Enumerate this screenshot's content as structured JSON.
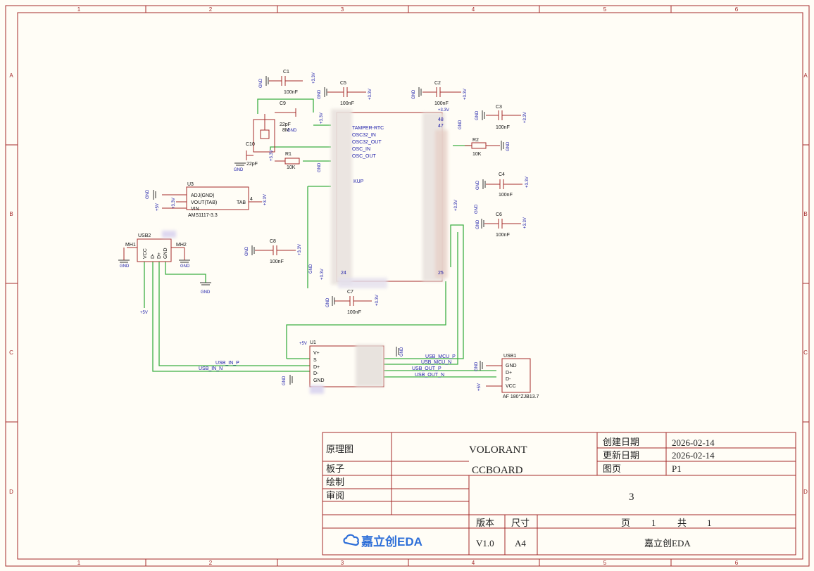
{
  "frame": {
    "columns": [
      "1",
      "2",
      "3",
      "4",
      "5",
      "6"
    ],
    "rows": [
      "A",
      "B",
      "C",
      "D"
    ]
  },
  "components": {
    "c1": {
      "ref": "C1",
      "value": "100nF"
    },
    "c5": {
      "ref": "C5",
      "value": "100nF"
    },
    "c2": {
      "ref": "C2",
      "value": "100nF"
    },
    "c3": {
      "ref": "C3",
      "value": "100nF"
    },
    "c9": {
      "ref": "C9",
      "value": "22pF"
    },
    "c10": {
      "ref": "C10",
      "value": "22pF"
    },
    "y_xtal": {
      "value": "8M"
    },
    "r1": {
      "ref": "R1",
      "value": "10K"
    },
    "r2": {
      "ref": "R2",
      "value": "10K"
    },
    "c4": {
      "ref": "C4",
      "value": "100nF"
    },
    "c6": {
      "ref": "C6",
      "value": "100nF"
    },
    "c8": {
      "ref": "C8",
      "value": "100nF"
    },
    "c7": {
      "ref": "C7",
      "value": "100nF"
    },
    "u3": {
      "ref": "U3",
      "part": "AMS1117-3.3",
      "pin1": "ADJ(GND)",
      "pin2": "VOUT(TAB)",
      "pin3": "VIN",
      "tab": "TAB",
      "tabnum": "4"
    },
    "usb2": {
      "ref": "USB2",
      "pins": [
        "VCC",
        "D-",
        "D+",
        "GND"
      ],
      "mh1": "MH1",
      "mh2": "MH2"
    },
    "usb1": {
      "ref": "USB1",
      "part": "AF 180°ZJB13.7",
      "pins": [
        "GND",
        "D+",
        "D-",
        "VCC"
      ]
    },
    "u1": {
      "ref": "U1",
      "pins": [
        "V+",
        "S",
        "D+",
        "D-",
        "GND"
      ]
    },
    "mcu_pins": [
      "TAMPER-RTC",
      "OSC32_IN",
      "OSC32_OUT",
      "OSC_IN",
      "OSC_OUT",
      "KUP"
    ],
    "pin_nums": {
      "p24": "24",
      "p25": "25",
      "p47": "47",
      "p48": "48"
    }
  },
  "labels": {
    "gnd": "GND",
    "v33": "+3.3V",
    "v5": "+5V",
    "usb_in_p": "USB_IN_P",
    "usb_in_n": "USB_IN_N",
    "usb_mcu_p": "USB_MCU_P",
    "usb_mcu_n": "USB_MCU_N",
    "usb_out_p": "USB_OUT_P",
    "usb_out_n": "USB_OUT_N"
  },
  "title_block": {
    "schematic_label": "原理图",
    "project": "VOLORANT",
    "board_label": "板子",
    "board": "CCBOARD",
    "drawn_label": "绘制",
    "review_label": "审阅",
    "created_label": "创建日期",
    "created": "2026-02-14",
    "updated_label": "更新日期",
    "updated": "2026-02-14",
    "page_label": "图页",
    "page": "P1",
    "sheet_num": "3",
    "version_label": "版本",
    "version": "V1.0",
    "size_label": "尺寸",
    "size": "A4",
    "page_word": "页",
    "page_no": "1",
    "total_word": "共",
    "total_no": "1",
    "company": "嘉立创EDA",
    "logo_text": "嘉立创EDA"
  },
  "colors": {
    "frame": "#a52a2a",
    "wire": "#3cb043",
    "text_blue": "#1a1aa8",
    "part": "#a52a2a",
    "bg": "#fffdf6"
  }
}
